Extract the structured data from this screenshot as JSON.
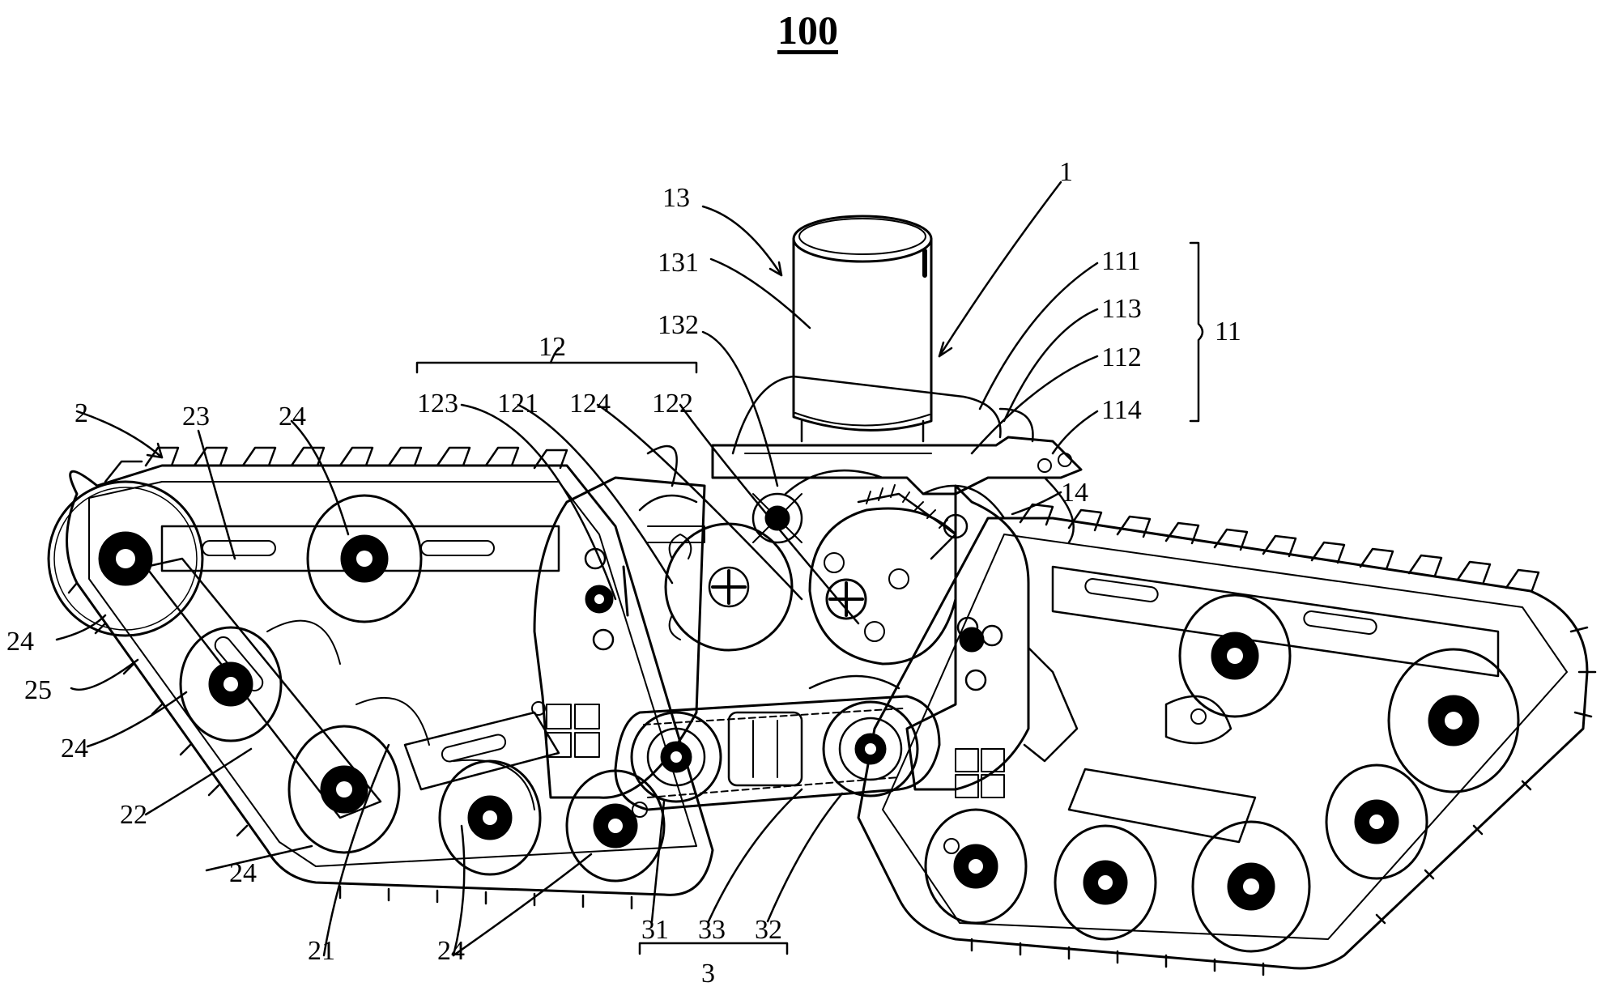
{
  "figure": {
    "title": "100",
    "labels": {
      "l13": "13",
      "l1": "1",
      "l131": "131",
      "l111": "111",
      "l113": "113",
      "l11": "11",
      "l12": "12",
      "l132": "132",
      "l112": "112",
      "l123": "123",
      "l121": "121",
      "l124": "124",
      "l122": "122",
      "l114": "114",
      "l2": "2",
      "l23": "23",
      "l24a": "24",
      "l14": "14",
      "l24b": "24",
      "l25": "25",
      "l24c": "24",
      "l22": "22",
      "l24d": "24",
      "l21": "21",
      "l24e": "24",
      "l24f": "24",
      "l31": "31",
      "l33": "33",
      "l32": "32",
      "l3": "3"
    }
  }
}
